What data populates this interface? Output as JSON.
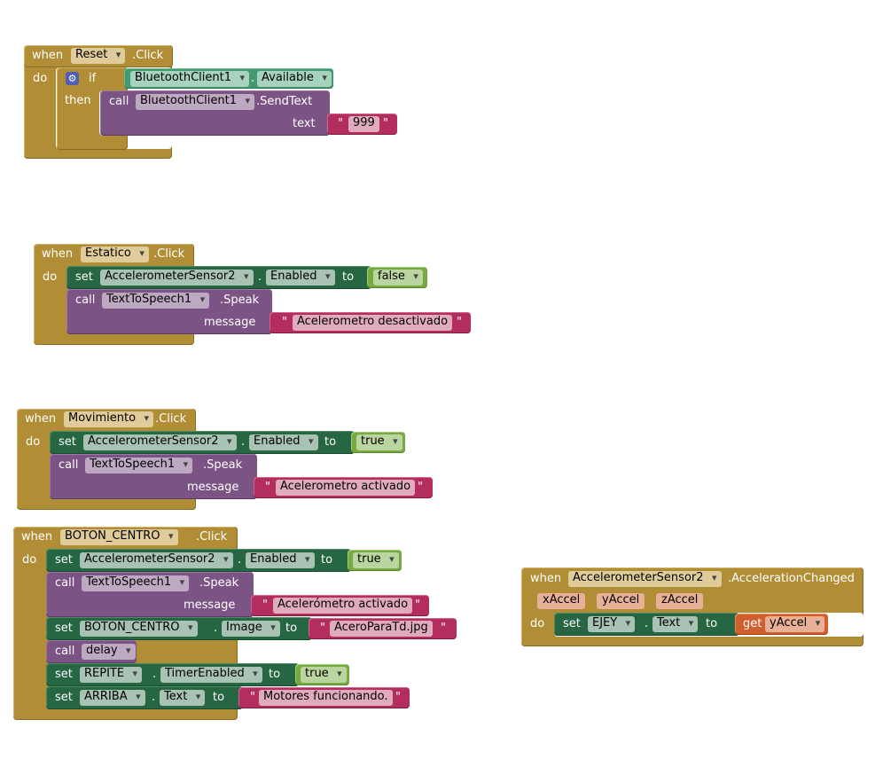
{
  "keywords": {
    "when": "when",
    "do": "do",
    "if": "if",
    "then": "then",
    "call": "call",
    "set": "set",
    "to": "to",
    "text": "text",
    "message": "message",
    "get": "get",
    "quote": "\"",
    "dot": "."
  },
  "events": {
    "reset": {
      "component": "Reset",
      "event": ".Click",
      "if_component": "BluetoothClient1",
      "if_property": "Available",
      "call_component": "BluetoothClient1",
      "call_method": ".SendText",
      "string_value": "999"
    },
    "estatico": {
      "component": "Estatico",
      "event": ".Click",
      "set_component": "AccelerometerSensor2",
      "set_property": "Enabled",
      "set_value": "false",
      "call_component": "TextToSpeech1",
      "call_method": ".Speak",
      "message": "Acelerometro desactivado"
    },
    "movimiento": {
      "component": "Movimiento",
      "event": ".Click",
      "set_component": "AccelerometerSensor2",
      "set_property": "Enabled",
      "set_value": "true",
      "call_component": "TextToSpeech1",
      "call_method": ".Speak",
      "message": "Acelerometro activado"
    },
    "boton_centro": {
      "component": "BOTON_CENTRO",
      "event": ".Click",
      "s1_component": "AccelerometerSensor2",
      "s1_property": "Enabled",
      "s1_value": "true",
      "call_component": "TextToSpeech1",
      "call_method": ".Speak",
      "message": "Acelerómetro activado",
      "s2_component": "BOTON_CENTRO",
      "s2_property": "Image",
      "s2_value": "AceroParaTd.jpg",
      "call2_procedure": "delay",
      "s3_component": "REPITE",
      "s3_property": "TimerEnabled",
      "s3_value": "true",
      "s4_component": "ARRIBA",
      "s4_property": "Text",
      "s4_value": "Motores funcionando."
    },
    "accel_changed": {
      "component": "AccelerometerSensor2",
      "event": ".AccelerationChanged",
      "params": [
        "xAccel",
        "yAccel",
        "zAccel"
      ],
      "set_component": "EJEY",
      "set_property": "Text",
      "get_var": "yAccel"
    }
  },
  "colors": {
    "event_block": "#b18e35",
    "set_block": "#266643",
    "call_block": "#7c5385",
    "component_block": "#439970",
    "string_block": "#b32d5e",
    "boolean_block": "#77ab41",
    "get_block": "#d05f2d",
    "control_icon": "#4f5fb3"
  },
  "icons": {
    "mutator": "gear-icon",
    "dropdown": "chevron-down-icon"
  }
}
